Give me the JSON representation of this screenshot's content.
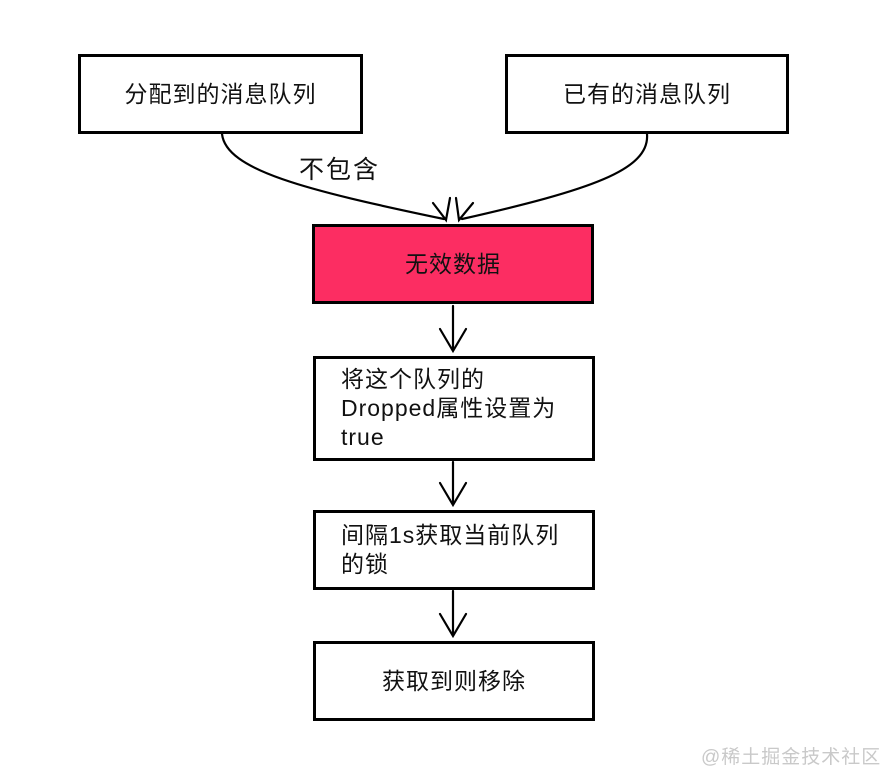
{
  "diagram": {
    "background_color": "#ffffff",
    "line_color": "#000000",
    "text_color": "#111111",
    "nodes": {
      "assigned_queue": {
        "label": "分配到的消息队列",
        "fill": "#ffffff"
      },
      "existing_queue": {
        "label": "已有的消息队列",
        "fill": "#ffffff"
      },
      "invalid_data": {
        "label": "无效数据",
        "fill": "#fc2d62"
      },
      "set_dropped": {
        "label": "将这个队列的\nDropped属性设置为\ntrue",
        "fill": "#ffffff"
      },
      "acquire_lock": {
        "label": "间隔1s获取当前队列\n的锁",
        "fill": "#ffffff"
      },
      "remove_on_lock": {
        "label": "获取到则移除",
        "fill": "#ffffff"
      }
    },
    "edges": {
      "assigned_to_invalid": {
        "from": "assigned_queue",
        "to": "invalid_data",
        "label": "不包含"
      },
      "existing_to_invalid": {
        "from": "existing_queue",
        "to": "invalid_data",
        "label": ""
      },
      "invalid_to_dropped": {
        "from": "invalid_data",
        "to": "set_dropped",
        "label": ""
      },
      "dropped_to_lock": {
        "from": "set_dropped",
        "to": "acquire_lock",
        "label": ""
      },
      "lock_to_remove": {
        "from": "acquire_lock",
        "to": "remove_on_lock",
        "label": ""
      }
    },
    "watermark": "@稀土掘金技术社区"
  }
}
